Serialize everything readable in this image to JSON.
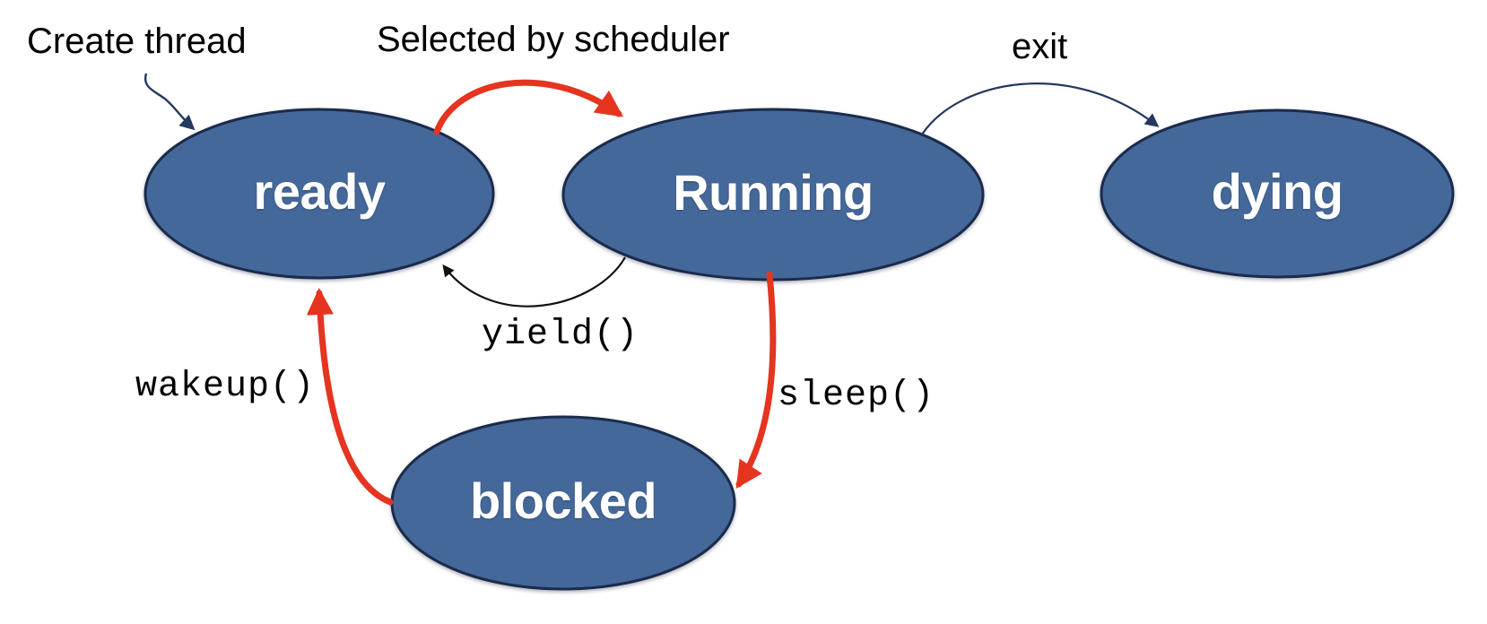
{
  "colors": {
    "node_fill": "#45689A",
    "node_border": "#1B2B4B",
    "node_text": "#FFFFFF",
    "label_text": "#000000",
    "red_arrow": "#E5341F",
    "navy_arrow": "#23395F",
    "black_arrow": "#111111"
  },
  "nodes": {
    "ready": {
      "label": "ready"
    },
    "running": {
      "label": "Running"
    },
    "dying": {
      "label": "dying"
    },
    "blocked": {
      "label": "blocked"
    }
  },
  "edges": {
    "create_thread": {
      "label": "Create thread",
      "to": "ready",
      "emphasis": false
    },
    "selected_by_scheduler": {
      "label": "Selected by scheduler",
      "from": "ready",
      "to": "running",
      "emphasis": true
    },
    "exit": {
      "label": "exit",
      "from": "running",
      "to": "dying",
      "emphasis": false
    },
    "yield": {
      "label": "yield()",
      "from": "running",
      "to": "ready",
      "emphasis": false
    },
    "wakeup": {
      "label": "wakeup()",
      "from": "blocked",
      "to": "ready",
      "emphasis": true
    },
    "sleep": {
      "label": "sleep()",
      "from": "running",
      "to": "blocked",
      "emphasis": true
    }
  }
}
